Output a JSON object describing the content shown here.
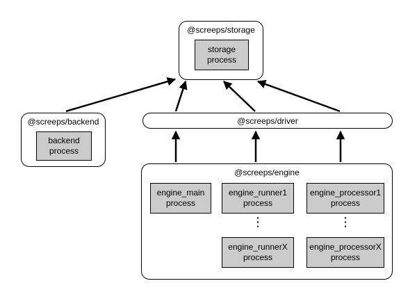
{
  "storage": {
    "title": "@screeps/storage",
    "process": "storage\nprocess"
  },
  "backend": {
    "title": "@screeps/backend",
    "process": "backend\nprocess"
  },
  "driver": {
    "title": "@screeps/driver"
  },
  "engine": {
    "title": "@screeps/engine",
    "processes": {
      "main": "engine_main\nprocess",
      "runner1": "engine_runner1\nprocess",
      "processor1": "engine_processor1\nprocess",
      "runnerX": "engine_runnerX\nprocess",
      "processorX": "engine_processorX\nprocess"
    },
    "ellipsis": "⋮"
  },
  "edges": [
    {
      "from": "@screeps/backend",
      "to": "@screeps/storage"
    },
    {
      "from": "@screeps/driver",
      "to": "@screeps/storage"
    },
    {
      "from": "@screeps/driver",
      "to": "@screeps/storage"
    },
    {
      "from": "@screeps/driver",
      "to": "@screeps/storage"
    },
    {
      "from": "@screeps/engine",
      "to": "@screeps/driver"
    },
    {
      "from": "@screeps/engine",
      "to": "@screeps/driver"
    },
    {
      "from": "@screeps/engine",
      "to": "@screeps/driver"
    }
  ],
  "colors": {
    "process_fill": "#cbcbcb",
    "border": "#000000",
    "background": "#ffffff"
  }
}
